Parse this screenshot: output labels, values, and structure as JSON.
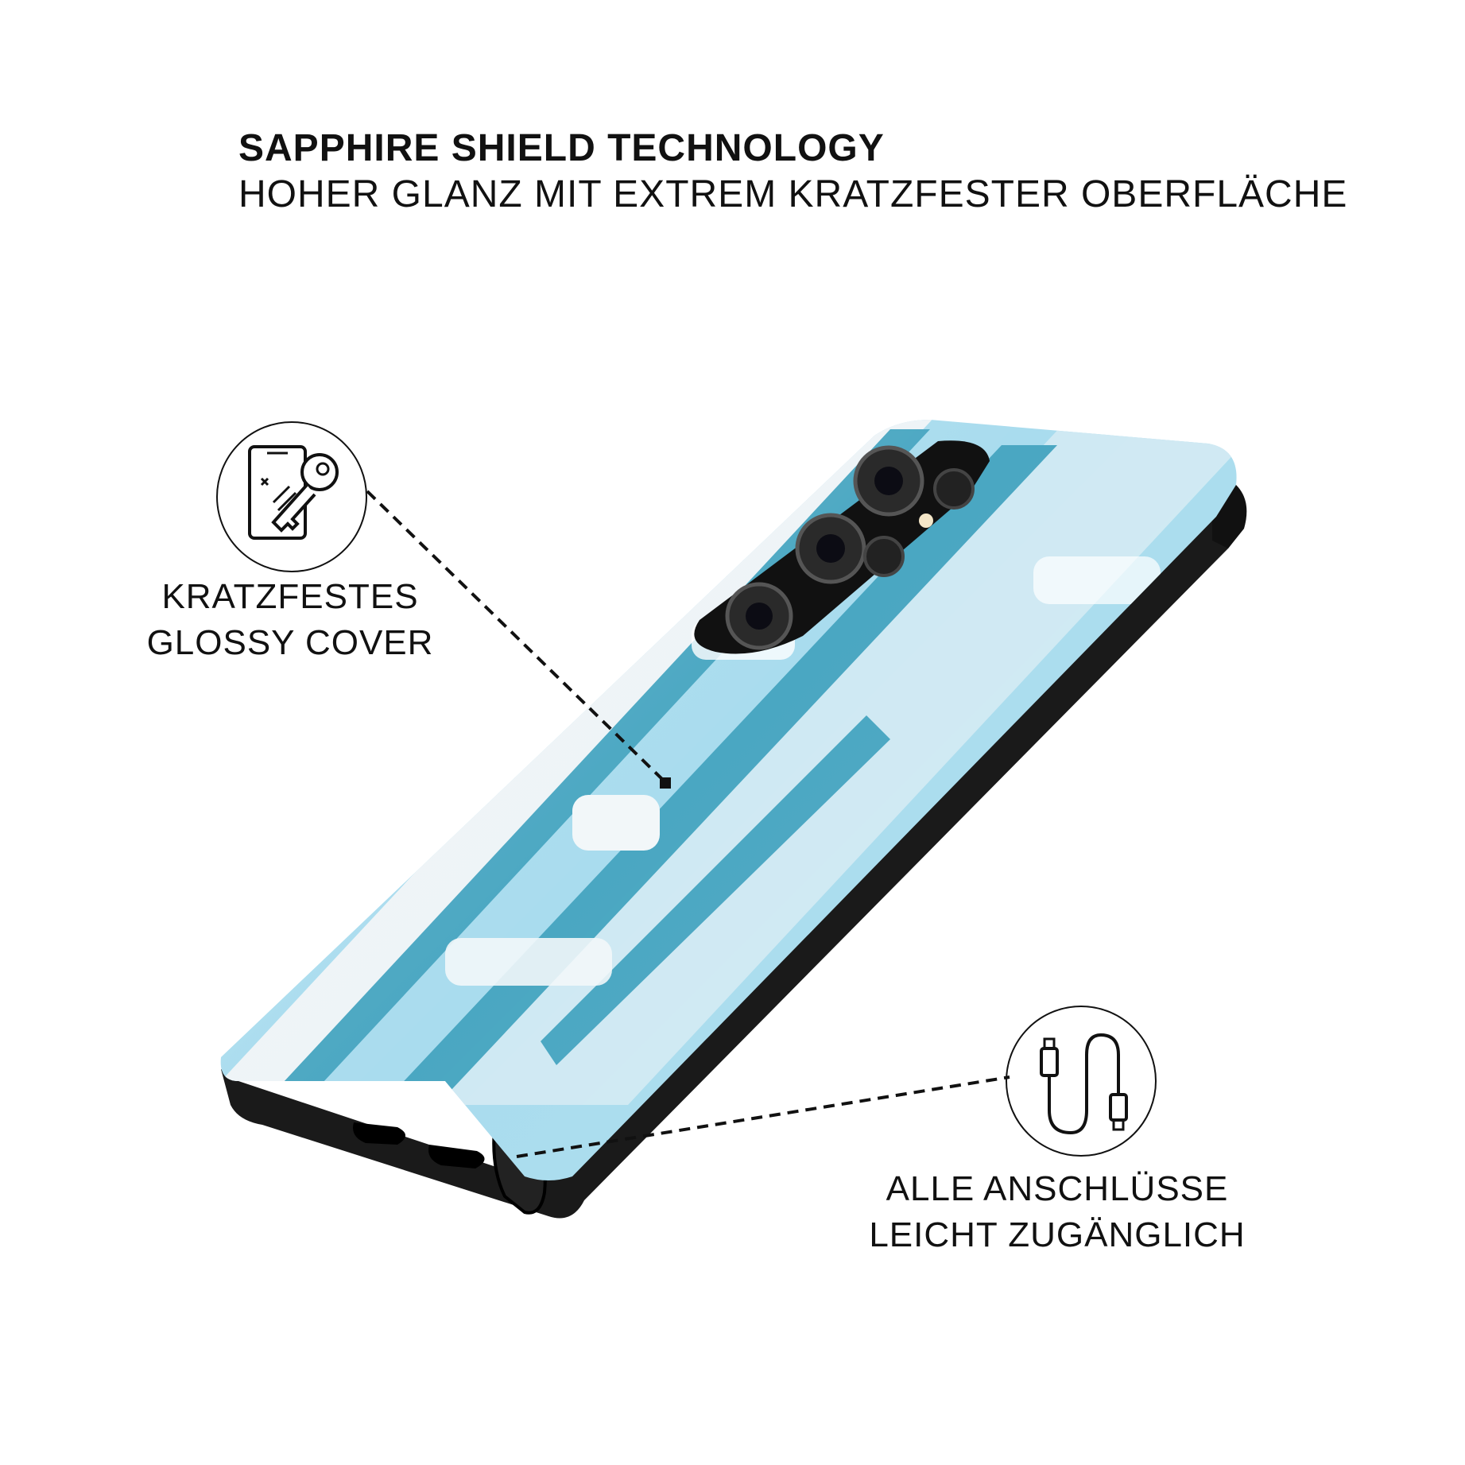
{
  "headline": {
    "title": "SAPPHIRE SHIELD TECHNOLOGY",
    "subtitle": "HOHER GLANZ MIT EXTREM KRATZFESTER OBERFLÄCHE"
  },
  "callouts": [
    {
      "icon": "phone-key-icon",
      "line1": "KRATZFESTES",
      "line2": "GLOSSY COVER"
    },
    {
      "icon": "usb-cable-icon",
      "line1": "ALLE ANSCHLÜSSE",
      "line2": "LEICHT ZUGÄNGLICH"
    }
  ],
  "colors": {
    "background": "#ffffff",
    "text": "#111111",
    "case_teal": "#4aa7c2",
    "case_light_blue": "#a9dcee",
    "case_white": "#eef4f7",
    "bumper": "#1a1a1a"
  }
}
